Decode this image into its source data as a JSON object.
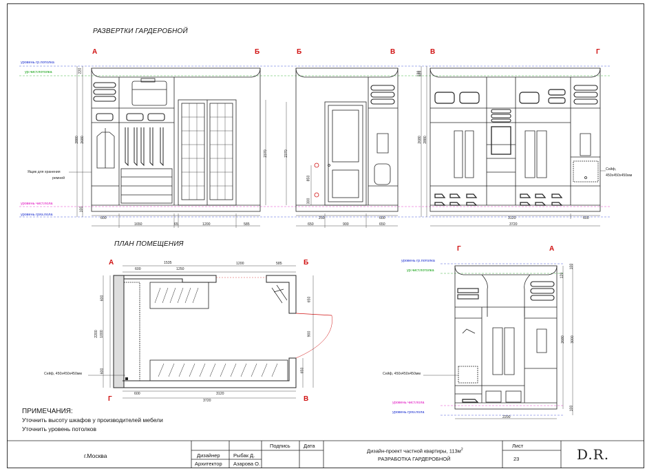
{
  "drawing": {
    "title_elevations": "РАЗВЕРТКИ ГАРДЕРОБНОЙ",
    "title_plan": "ПЛАН ПОМЕЩЕНИЯ",
    "wall_letters": {
      "elev1_left": "А",
      "elev1_right": "Б",
      "elev2_left": "Б",
      "elev2_right": "В",
      "elev3_left": "В",
      "elev3_right": "Г",
      "elev4_left": "Г",
      "elev4_right": "А",
      "plan_tl": "А",
      "plan_tr": "Б",
      "plan_bl": "Г",
      "plan_br": "В"
    },
    "levels": {
      "ceiling_rough": "уровень гр.потолка",
      "ceiling_finish_short": "ур.чист.потолка",
      "floor_finish": "уровень чист.пола",
      "floor_rough": "уровень гряз.пола",
      "ceiling_finish": "ур.чист.потолка",
      "floor_rough2": "уровень гряз.пола"
    },
    "annotations": {
      "belt_drawer_line1": "Ящик для хранения",
      "belt_drawer_line2": "ремней",
      "safe_line1": "Сейф,",
      "safe_line2": "450x450x450мм",
      "safe_plan": "Сейф, 450x450x450мм",
      "safe_elev4": "Сейф, 450x450x450мм"
    },
    "dims": {
      "e1_bottom": [
        "600",
        "1650",
        "65",
        "1200",
        "585"
      ],
      "e1_left": [
        "220",
        "2680",
        "2880",
        "100"
      ],
      "e1_door": "2370",
      "e2_bottom": [
        "650",
        "250",
        "900",
        "600",
        "650"
      ],
      "e2_left": [
        "2370",
        "850",
        "300"
      ],
      "e2_right": "120",
      "e3_bottom_inner": "3120",
      "e3_bottom_total": "3720",
      "e3_right": "600",
      "e3_left": [
        "120",
        "2680",
        "2880"
      ],
      "plan_top": [
        "600",
        "1535",
        "1250",
        "1200",
        "585"
      ],
      "plan_left": [
        "2200",
        "600",
        "1000",
        "600"
      ],
      "plan_right": [
        "650",
        "900",
        "650"
      ],
      "plan_bottom": [
        "600",
        "3120",
        "3720"
      ],
      "e4_bottom": "2200",
      "e4_right": [
        "100",
        "120",
        "3000",
        "2680",
        "100"
      ]
    }
  },
  "notes": {
    "heading": "ПРИМЕЧАНИЯ:",
    "lines": [
      "Уточнить высоту шкафов у производителей мебели",
      "Уточнить уровень потолков"
    ]
  },
  "title_block": {
    "city": "г.Москва",
    "col_signature": "Подпись",
    "col_date": "Дата",
    "role_designer": "Дизайнер",
    "role_architect": "Архитектор",
    "name_designer": "Рыбак Д.",
    "name_architect": "Азарова О.",
    "project_prefix": "Дизайн-проект частной квартиры, 113м",
    "project_sup": "2",
    "sheet_title": "РАЗРАБОТКА ГАРДЕРОБНОЙ",
    "sheet_label": "Лист",
    "sheet_number": "23",
    "logo": "D.R."
  },
  "colors": {
    "line": "#222222",
    "red": "#d01010",
    "blue": "#1b2fd0",
    "green": "#10a010",
    "magenta": "#e010c0"
  }
}
